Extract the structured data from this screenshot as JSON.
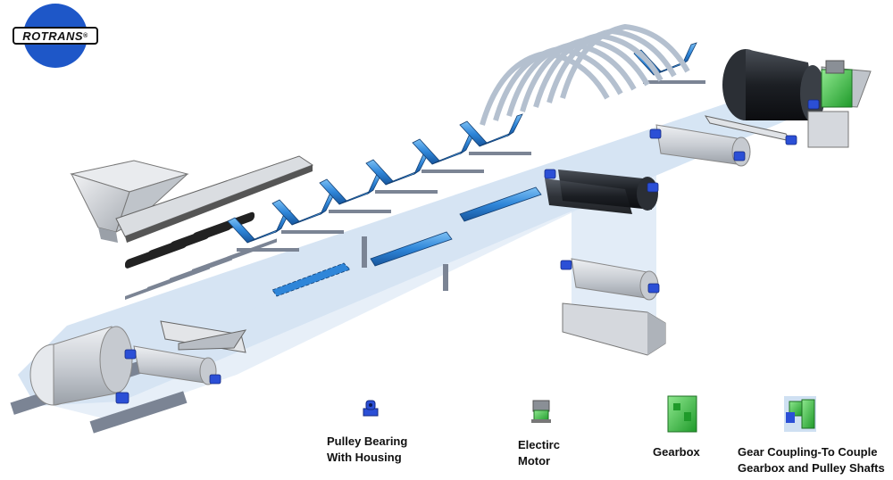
{
  "brand": {
    "name": "ROTRANS",
    "mark": "®",
    "colors": {
      "ring": "#1e57c8",
      "band": "#ffffff",
      "text": "#111111"
    }
  },
  "colors": {
    "belt": "#cfe0f2",
    "idler": "#2f86d9",
    "frame": "#7b8494",
    "drum_light": "#d3d7dd",
    "drum_dark": "#1e2126",
    "bearing": "#2b4fd6",
    "gearbox": "#3cc63c",
    "motor": "#8a8f96"
  },
  "legend": [
    {
      "id": "bearing",
      "icon": "pulley-bearing-icon",
      "lines": [
        "Pulley Bearing",
        "With Housing"
      ]
    },
    {
      "id": "motor",
      "icon": "electric-motor-icon",
      "lines": [
        "Electirc",
        "Motor"
      ]
    },
    {
      "id": "gearbox",
      "icon": "gearbox-icon",
      "lines": [
        "Gearbox"
      ]
    },
    {
      "id": "coupling",
      "icon": "gear-coupling-icon",
      "lines": [
        "Gear Coupling-To Couple",
        "Gearbox and Pulley Shafts"
      ]
    }
  ]
}
